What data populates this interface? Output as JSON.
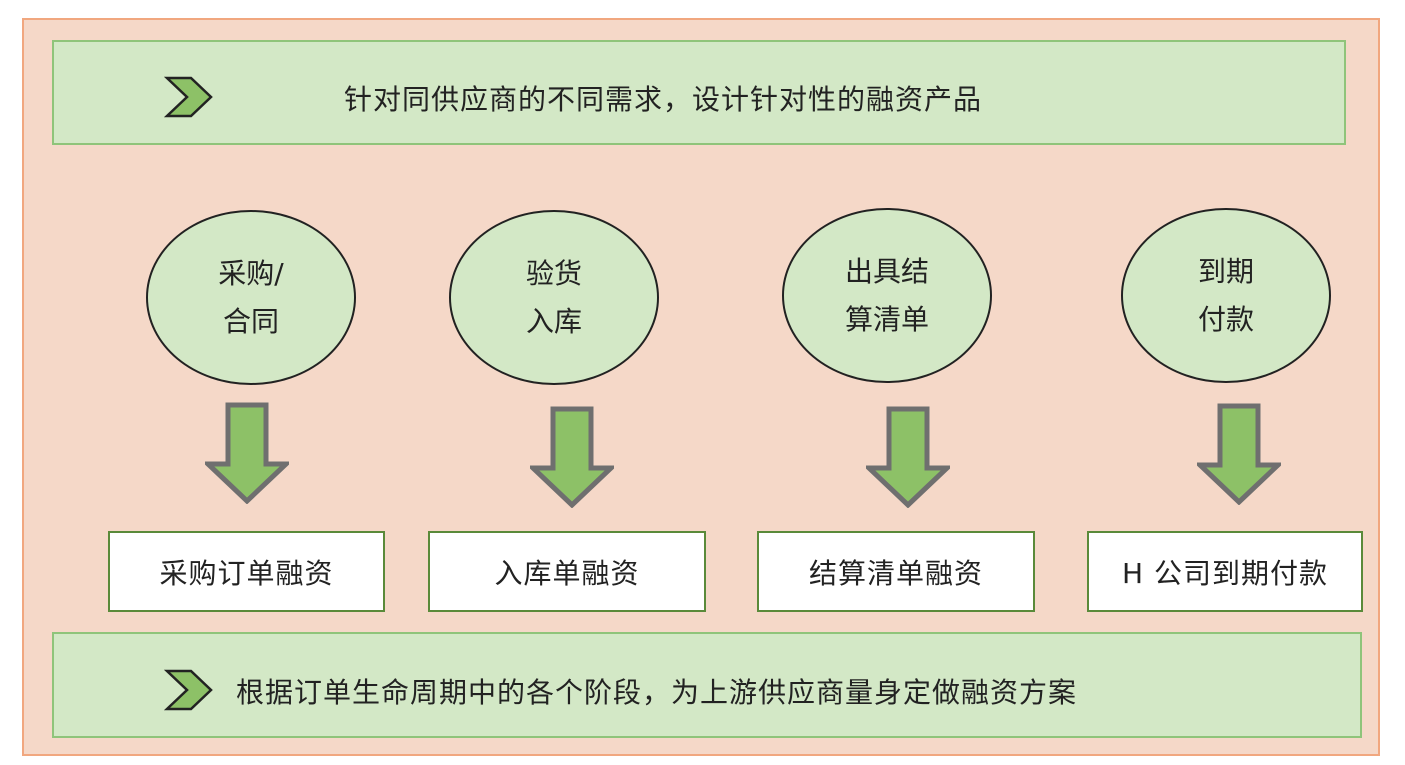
{
  "header": {
    "text": "针对同供应商的不同需求，设计针对性的融资产品"
  },
  "footer": {
    "text": "根据订单生命周期中的各个阶段，为上游供应商量身定做融资方案"
  },
  "stages": [
    {
      "line1": "采购/",
      "line2": "合同",
      "product": "采购订单融资"
    },
    {
      "line1": "验货",
      "line2": "入库",
      "product": "入库单融资"
    },
    {
      "line1": "出具结",
      "line2": "算清单",
      "product": "结算清单融资"
    },
    {
      "line1": "到期",
      "line2": "付款",
      "product": "H 公司到期付款"
    }
  ],
  "colors": {
    "background": "#f5d8c8",
    "frame_border": "#f1a77f",
    "banner_fill": "#d3e8c6",
    "arrow_fill": "#8dc167",
    "arrow_stroke": "#6f6f6f",
    "result_border": "#5a8a3a"
  },
  "icons": {
    "banner_marker": "chevron-right-icon",
    "flow_arrow": "arrow-down-icon"
  }
}
